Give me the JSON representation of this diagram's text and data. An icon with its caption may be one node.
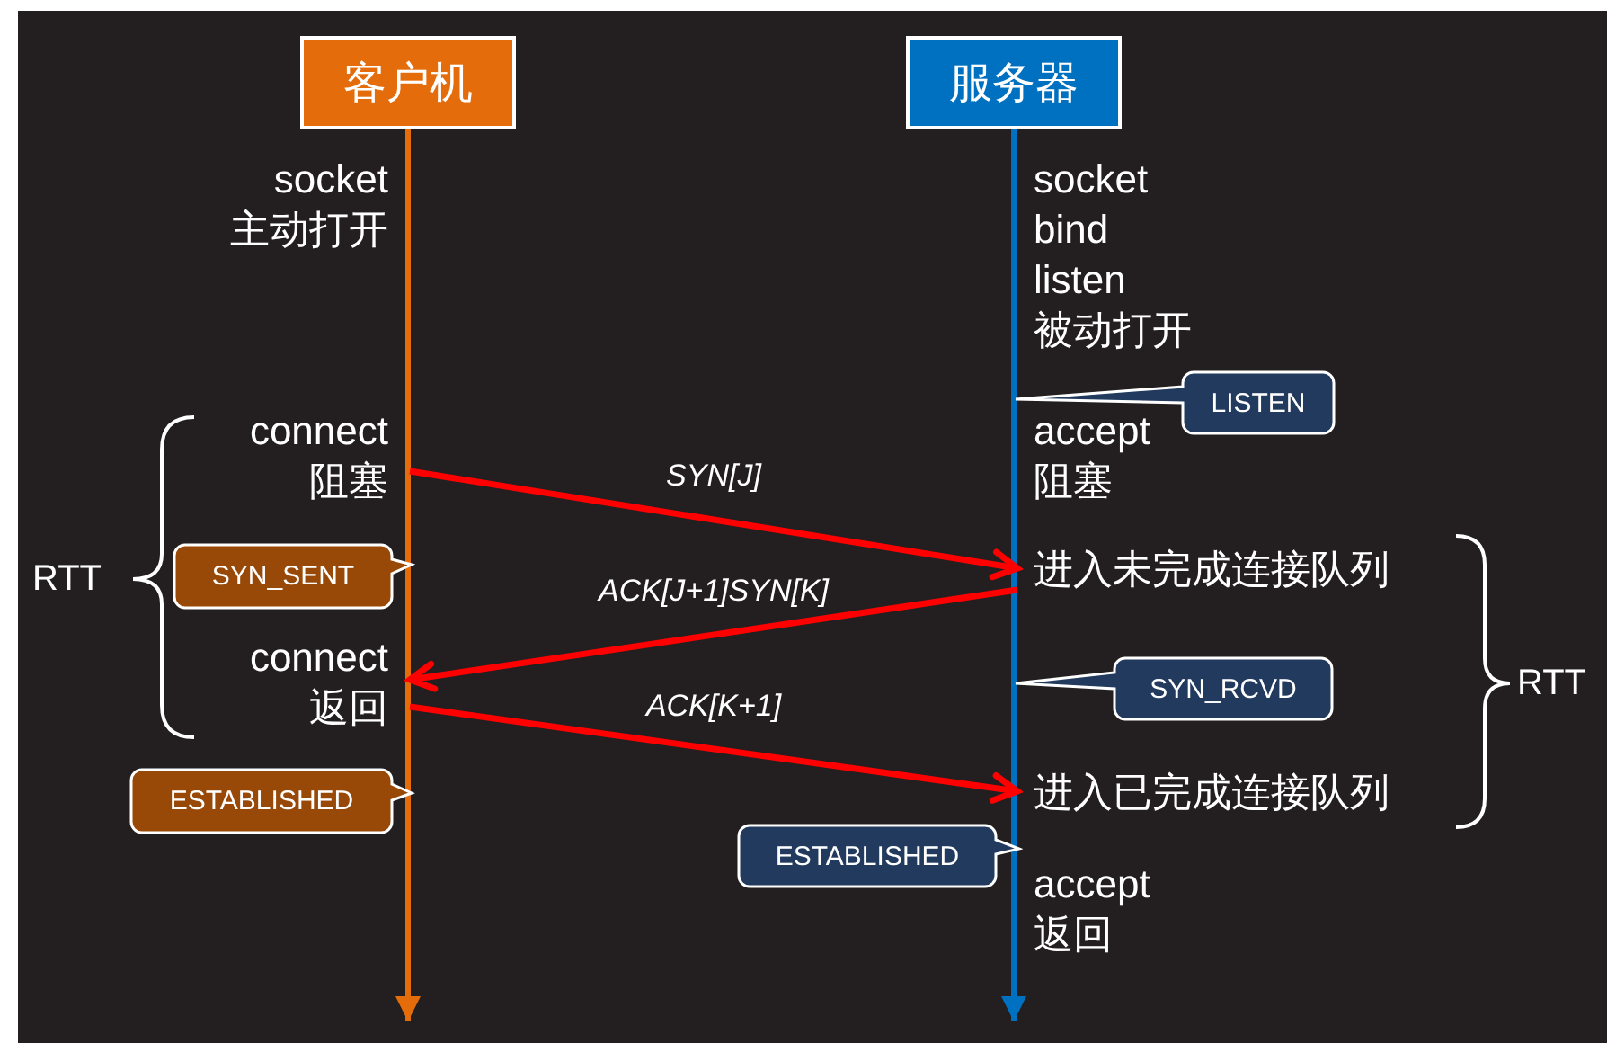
{
  "diagram": {
    "nodes": [
      {
        "text": [
          "客户机"
        ]
      },
      {
        "text": [
          "服务器"
        ]
      },
      {
        "text": [
          "LISTEN"
        ]
      },
      {
        "text": [
          "connect 阻塞"
        ]
      },
      {
        "text": [
          "进入未完成连接队列"
        ]
      },
      {
        "text": [
          "SYN_SENT"
        ]
      },
      {
        "text": [
          "connect 返回"
        ]
      },
      {
        "text": [
          "SYN_RCVD"
        ]
      },
      {
        "text": [
          "ESTABLISHED"
        ]
      },
      {
        "text": [
          "进入已完成连接队列"
        ]
      },
      {
        "text": [
          "ESTABLISHED"
        ]
      }
    ],
    "edges": [
      {
        "from": 0,
        "to": null,
        "arrow": "to",
        "color": "#e46c0a"
      },
      {
        "from": 1,
        "to": null,
        "arrow": "to",
        "color": "#0070c0"
      },
      {
        "from": 3,
        "to": 4,
        "arrow": "to",
        "label": "*SYN[J]*"
      },
      {
        "from": 4,
        "to": 6,
        "arrow": "to",
        "label": "*ACK[J+1]SYN[K]*"
      },
      {
        "from": 6,
        "to": 9,
        "arrow": "to",
        "label": "*ACK[K+1]*"
      }
    ],
    "labels": [
      "socket 主动打开",
      "socket bind listen 被动打开",
      "accept 阻塞",
      "RTT",
      "RTT",
      "accept 返回"
    ]
  }
}
